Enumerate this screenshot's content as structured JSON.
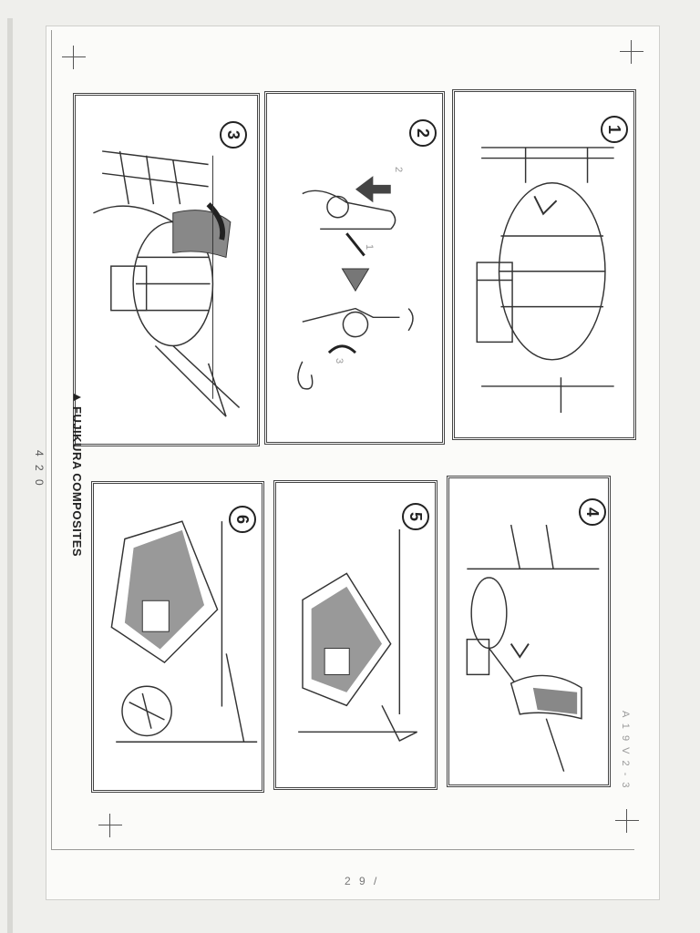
{
  "document": {
    "brand": "FUJIKURA COMPOSITES",
    "dimension_label": "4 2 0",
    "page_number": "2 9 /",
    "doc_code": "A 1 9 V 2 - 3"
  },
  "panels": [
    {
      "step": "1"
    },
    {
      "step": "2",
      "arrow_labels": [
        "1",
        "2",
        "3"
      ]
    },
    {
      "step": "3"
    },
    {
      "step": "4"
    },
    {
      "step": "5"
    },
    {
      "step": "6"
    }
  ],
  "colors": {
    "ink": "#222222",
    "paper": "#fbfbf9",
    "shade": "#888888"
  }
}
